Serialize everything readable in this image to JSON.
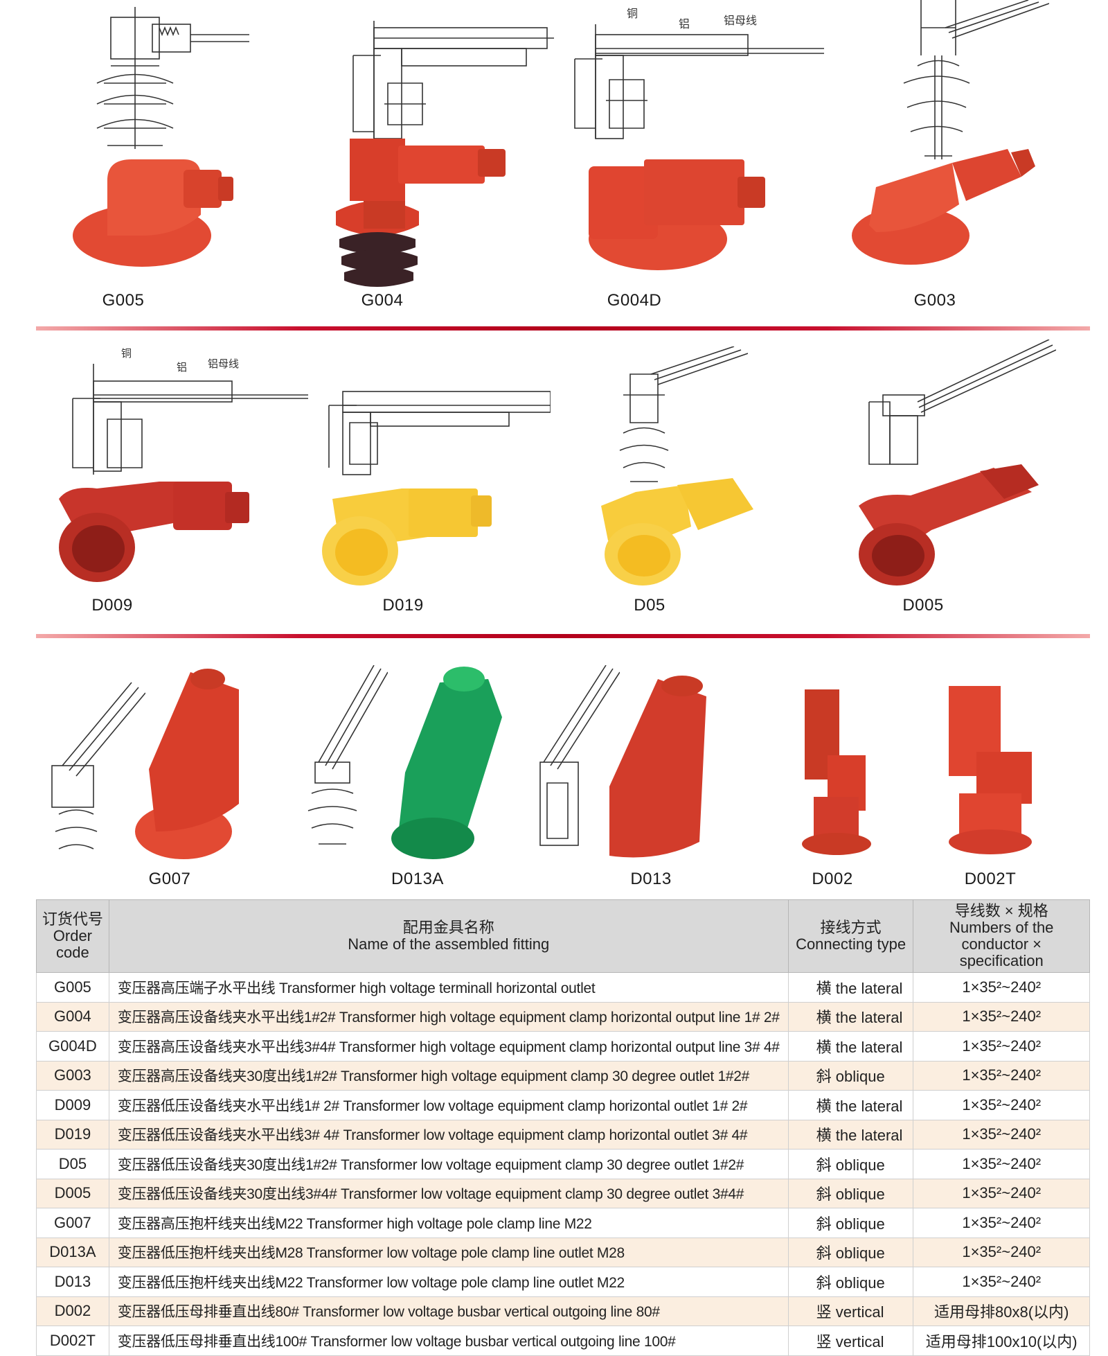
{
  "colors": {
    "red": "#d8402e",
    "red_dark": "#b8281c",
    "yellow": "#f8cc3c",
    "green": "#1aa05a",
    "accent_line": "#c8102e",
    "header_bg": "#d9d9d9",
    "alt_row_bg": "#fbeee0"
  },
  "products_row1": [
    {
      "code": "G005",
      "color": "red"
    },
    {
      "code": "G004",
      "color": "red"
    },
    {
      "code": "G004D",
      "color": "red"
    },
    {
      "code": "G003",
      "color": "red"
    }
  ],
  "products_row2": [
    {
      "code": "D009",
      "color": "red_dark"
    },
    {
      "code": "D019",
      "color": "yellow"
    },
    {
      "code": "D05",
      "color": "yellow"
    },
    {
      "code": "D005",
      "color": "red_dark"
    }
  ],
  "products_row3": [
    {
      "code": "G007",
      "color": "red"
    },
    {
      "code": "D013A",
      "color": "green"
    },
    {
      "code": "D013",
      "color": "red"
    },
    {
      "code": "D002",
      "color": "red"
    },
    {
      "code": "D002T",
      "color": "red"
    }
  ],
  "sketch_labels": {
    "copper": "铜",
    "aluminum": "铝",
    "aluminum_busbar": "铝母线"
  },
  "table": {
    "headers": [
      {
        "zh": "订货代号",
        "en": "Order code"
      },
      {
        "zh": "配用金具名称",
        "en": "Name of the assembled fitting"
      },
      {
        "zh": "接线方式",
        "en": "Connecting type"
      },
      {
        "zh": "导线数 × 规格",
        "en": "Numbers of the conductor × specification"
      }
    ],
    "rows": [
      {
        "code": "G005",
        "name": "变压器高压端子水平出线 Transformer high voltage terminall horizontal outlet",
        "type": "横 the lateral",
        "spec": "1×35²~240²"
      },
      {
        "code": "G004",
        "name": "变压器高压设备线夹水平出线1#2# Transformer high voltage equipment clamp horizontal output line 1# 2#",
        "type": "横 the lateral",
        "spec": "1×35²~240²"
      },
      {
        "code": "G004D",
        "name": "变压器高压设备线夹水平出线3#4# Transformer high voltage equipment clamp horizontal output line 3# 4#",
        "type": "横 the lateral",
        "spec": "1×35²~240²"
      },
      {
        "code": "G003",
        "name": "变压器高压设备线夹30度出线1#2# Transformer high voltage equipment clamp 30 degree outlet 1#2#",
        "type": "斜 oblique",
        "spec": "1×35²~240²"
      },
      {
        "code": "D009",
        "name": "变压器低压设备线夹水平出线1# 2# Transformer low voltage equipment clamp horizontal outlet 1# 2#",
        "type": "横 the lateral",
        "spec": "1×35²~240²"
      },
      {
        "code": "D019",
        "name": "变压器低压设备线夹水平出线3# 4# Transformer low voltage equipment clamp horizontal outlet 3# 4#",
        "type": "横 the lateral",
        "spec": "1×35²~240²"
      },
      {
        "code": "D05",
        "name": "变压器低压设备线夹30度出线1#2# Transformer low voltage equipment clamp 30 degree outlet 1#2#",
        "type": "斜 oblique",
        "spec": "1×35²~240²"
      },
      {
        "code": "D005",
        "name": "变压器低压设备线夹30度出线3#4# Transformer low voltage equipment clamp 30 degree outlet 3#4#",
        "type": "斜 oblique",
        "spec": "1×35²~240²"
      },
      {
        "code": "G007",
        "name": "变压器高压抱杆线夹出线M22  Transformer high voltage pole clamp line M22",
        "type": "斜 oblique",
        "spec": "1×35²~240²"
      },
      {
        "code": "D013A",
        "name": "变压器低压抱杆线夹出线M28  Transformer low voltage pole clamp line outlet M28",
        "type": "斜 oblique",
        "spec": "1×35²~240²"
      },
      {
        "code": "D013",
        "name": "变压器低压抱杆线夹出线M22  Transformer low voltage pole clamp line outlet M22",
        "type": "斜 oblique",
        "spec": "1×35²~240²"
      },
      {
        "code": "D002",
        "name": "变压器低压母排垂直出线80#  Transformer low voltage busbar vertical outgoing line 80#",
        "type": "竖 vertical",
        "spec": "适用母排80x8(以内)"
      },
      {
        "code": "D002T",
        "name": "变压器低压母排垂直出线100#  Transformer low voltage busbar vertical outgoing line 100#",
        "type": "竖 vertical",
        "spec": "适用母排100x10(以内)"
      }
    ]
  }
}
